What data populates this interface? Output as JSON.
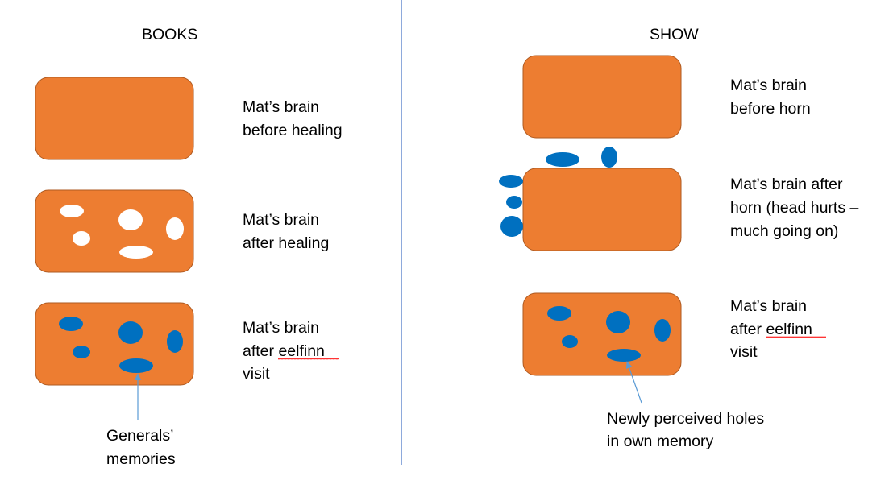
{
  "colors": {
    "brain_fill": "#ED7D31",
    "brain_stroke": "#AE5A21",
    "hole_white": "#FFFFFF",
    "memory_blue": "#0070C0",
    "divider": "#4472C4",
    "arrow": "#5B9BD5",
    "spellcheck": "#FF0000"
  },
  "books": {
    "title": "BOOKS",
    "before_healing": {
      "line1": "Mat’s brain",
      "line2": "before healing"
    },
    "after_healing": {
      "line1": "Mat’s brain",
      "line2": "after healing"
    },
    "after_eelfinn": {
      "line1": "Mat’s brain",
      "line2_prefix": "after ",
      "line2_word": "eelfinn",
      "line3": "visit"
    },
    "callout": {
      "line1": "Generals’",
      "line2": "memories"
    }
  },
  "show": {
    "title": "SHOW",
    "before_horn": {
      "line1": "Mat’s brain",
      "line2": "before horn"
    },
    "after_horn": {
      "line1": "Mat’s brain after",
      "line2": "horn (head hurts –",
      "line3": "much going on)"
    },
    "after_eelfinn": {
      "line1": "Mat’s brain",
      "line2_prefix": "after ",
      "line2_word": "eelfinn",
      "line3": "visit"
    },
    "callout": {
      "line1": "Newly perceived holes",
      "line2": "in own memory"
    }
  }
}
